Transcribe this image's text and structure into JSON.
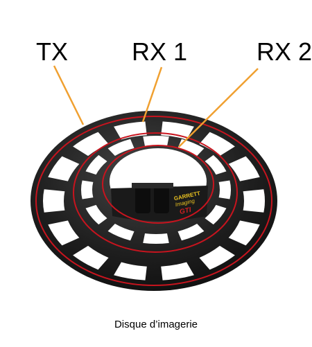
{
  "labels": {
    "tx": "TX",
    "rx1": "RX 1",
    "rx2": "RX 2"
  },
  "brand": {
    "line1": "GARRETT",
    "line2": "Imaging",
    "line3": "GTI"
  },
  "caption": "Disque d’imagerie",
  "colors": {
    "coil_body": "#1c1c1c",
    "coil_highlight": "#3a3a3a",
    "winding": "#c8141e",
    "leader_line": "#f0a030",
    "brand_text": "#e8c020",
    "brand_text_red": "#d02020"
  }
}
